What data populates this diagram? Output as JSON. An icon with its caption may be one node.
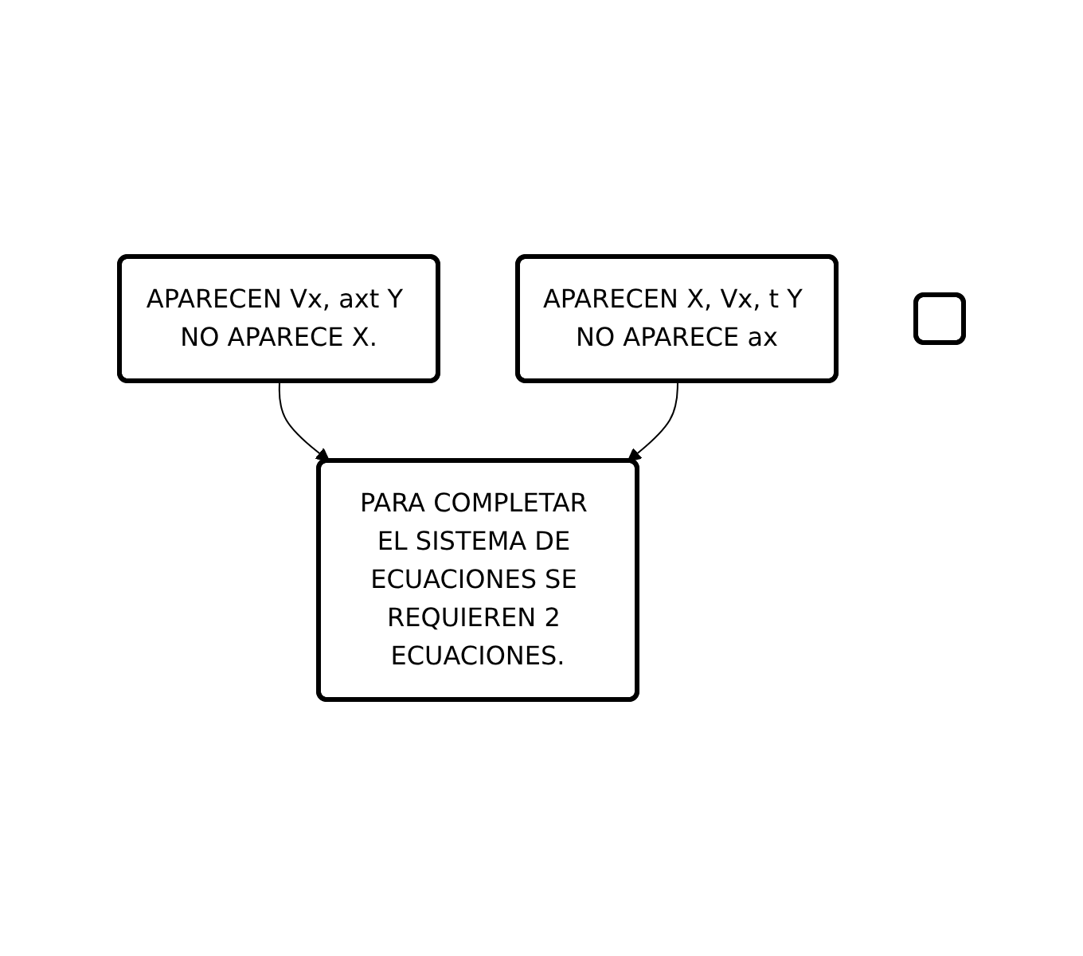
{
  "diagram": {
    "nodes": [
      {
        "text": [
          "APARECEN Vx, axt Y NO APARECE X."
        ]
      },
      {
        "text": [
          "APARECEN X, Vx, t Y NO APARECE ax"
        ]
      },
      {
        "text": [
          "PARA COMPLETAR EL SISTEMA DE ECUACIONES SE REQUIEREN 2 ECUACIONES."
        ]
      },
      {
        "text": [],
        "shape": "box"
      }
    ],
    "edges": [
      {
        "from": 0,
        "to": 2,
        "arrow": "to"
      },
      {
        "from": 1,
        "to": 2,
        "arrow": "to"
      }
    ]
  }
}
